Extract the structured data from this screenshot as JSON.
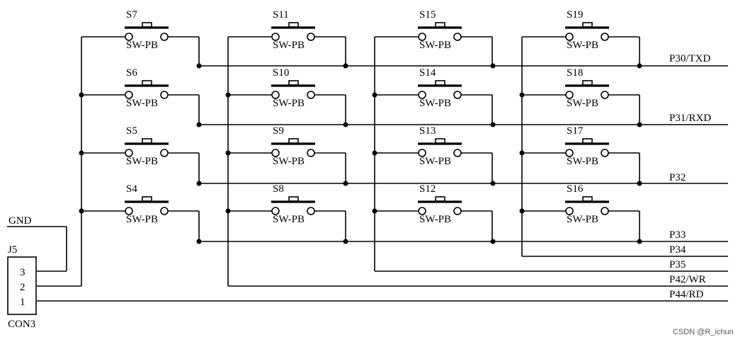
{
  "schematic": {
    "switch_model": "SW-PB",
    "switch_grid": [
      [
        "S7",
        "S11",
        "S15",
        "S19"
      ],
      [
        "S6",
        "S10",
        "S14",
        "S18"
      ],
      [
        "S5",
        "S9",
        "S13",
        "S17"
      ],
      [
        "S4",
        "S8",
        "S12",
        "S16"
      ]
    ],
    "row_nets": [
      "P30/TXD",
      "P31/RXD",
      "P32",
      "P33"
    ],
    "col_nets": [
      "P34",
      "P35",
      "P42/WR",
      "P44/RD"
    ],
    "gnd_label": "GND",
    "connector": {
      "ref": "J5",
      "part": "CON3",
      "pins": [
        "3",
        "2",
        "1"
      ]
    }
  },
  "watermark": "CSDN @R_ichun"
}
